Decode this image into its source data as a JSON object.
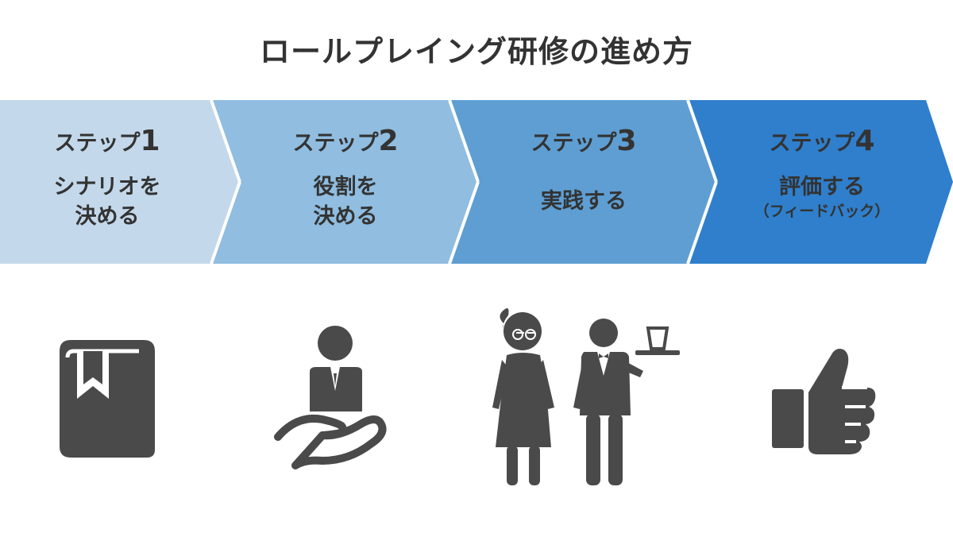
{
  "title": "ロールプレイング研修の進め方",
  "steps": [
    {
      "label": "ステップ",
      "number": "1",
      "desc": "シナリオを\n決める",
      "sub": "",
      "color": "#c3d8ea"
    },
    {
      "label": "ステップ",
      "number": "2",
      "desc": "役割を\n決める",
      "sub": "",
      "color": "#90bde0"
    },
    {
      "label": "ステップ",
      "number": "3",
      "desc": "実践する",
      "sub": "",
      "color": "#5e9ed3"
    },
    {
      "label": "ステップ",
      "number": "4",
      "desc": "評価する",
      "sub": "（フィードバック）",
      "color": "#2f7fcc"
    }
  ],
  "icons": [
    "book-icon",
    "hand-person-icon",
    "waitress-waiter-icon",
    "thumbs-up-icon"
  ],
  "icon_color": "#4a4a4a"
}
